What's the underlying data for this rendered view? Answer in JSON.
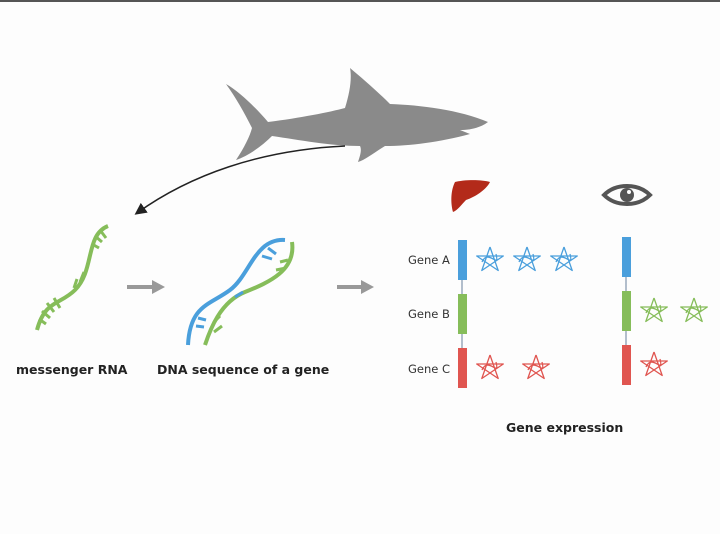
{
  "labels": {
    "mrna": "messenger RNA",
    "dna": "DNA sequence of a gene",
    "expression": "Gene expression"
  },
  "genes": [
    {
      "name": "Gene A",
      "color": "#4a9fdc",
      "liver_proteins": 3,
      "eye_proteins": 0
    },
    {
      "name": "Gene B",
      "color": "#86bd5a",
      "liver_proteins": 0,
      "eye_proteins": 2
    },
    {
      "name": "Gene C",
      "color": "#e05550",
      "liver_proteins": 2,
      "eye_proteins": 1
    }
  ],
  "tissues": [
    {
      "name": "liver",
      "icon": "liver-icon",
      "color": "#b32a1a"
    },
    {
      "name": "eye",
      "icon": "eye-icon",
      "color": "#555555"
    }
  ],
  "colors": {
    "shark": "#8a8a8a",
    "arrow": "#999999",
    "rna": "#86bd5a",
    "dna_blue": "#4a9fdc"
  }
}
